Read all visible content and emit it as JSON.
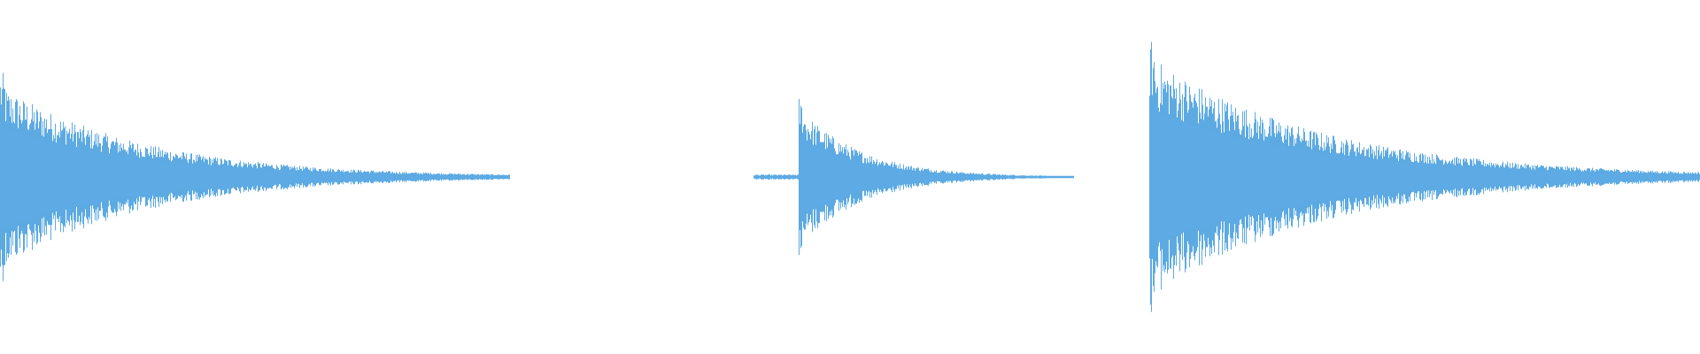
{
  "waveform": {
    "color": "#5DAAE3",
    "clips": [
      {
        "name": "clip-1",
        "start": 0.0,
        "end": 0.3,
        "peak": 0.72,
        "decay": 3.6,
        "lead": 0.0
      },
      {
        "name": "clip-2",
        "start": 0.443,
        "end": 0.632,
        "peak": 0.55,
        "decay": 4.4,
        "lead": 0.14
      },
      {
        "name": "clip-3",
        "start": 0.676,
        "end": 1.0,
        "peak": 0.95,
        "decay": 3.2,
        "lead": 0.0
      }
    ]
  }
}
